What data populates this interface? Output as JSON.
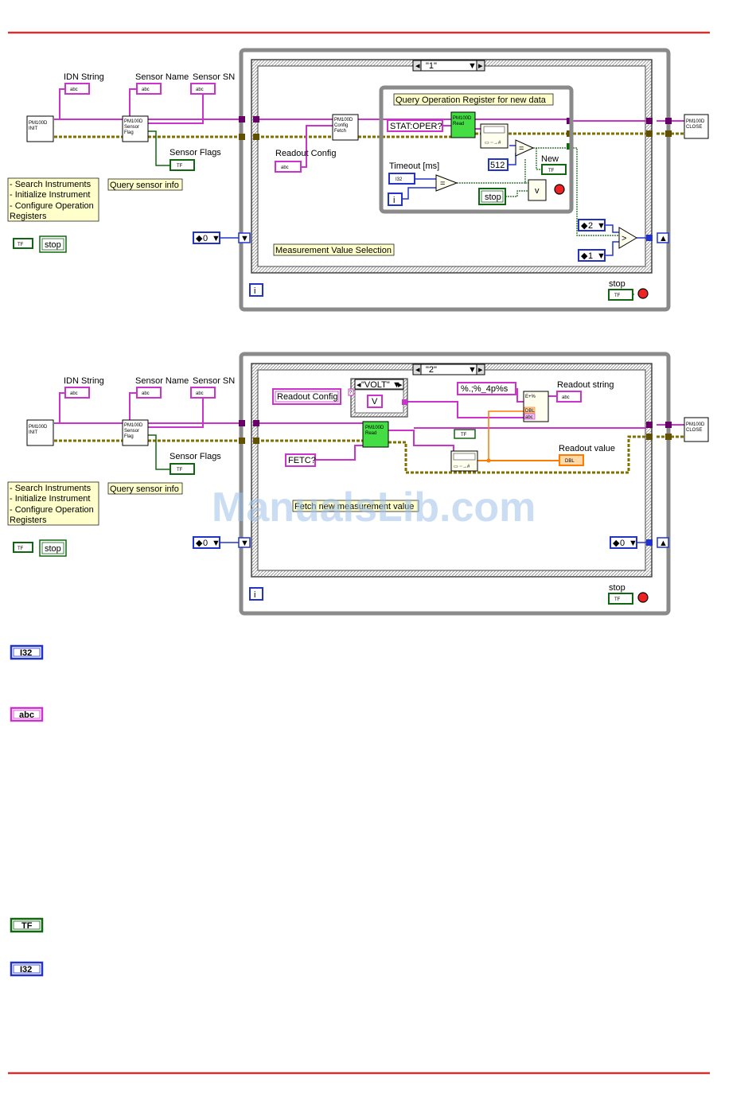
{
  "diagram1": {
    "case_selector": "\"1\"",
    "idn_string": "IDN String",
    "sensor_name": "Sensor Name",
    "sensor_sn": "Sensor SN",
    "sensor_flags": "Sensor Flags",
    "init_vi": "PM100D\nINIT",
    "sensor_flag_vi": "PM100D\nSensor\nFlag",
    "config_fetch_vi": "PM100D\nConfig\nFetch",
    "close_vi": "PM100D\nCLOSE",
    "read_vi": "PM100D\nRead",
    "comment_search": [
      "- Search Instruments",
      "- Initialize Instrument",
      "- Configure Operation",
      "  Registers"
    ],
    "comment_query_sensor": "Query sensor info",
    "comment_query_operation": "Query Operation Register for new data",
    "stat_oper": "STAT:OPER?",
    "readout_config": "Readout Config",
    "timeout": "Timeout [ms]",
    "const_512": "512",
    "new_label": "New",
    "stop_text": "stop",
    "stop_label": "stop",
    "shift_left": "0",
    "const_2": "2",
    "const_1": "1",
    "measurement_sel": "Measurement Value Selection"
  },
  "diagram2": {
    "case_selector": "\"2\"",
    "idn_string": "IDN String",
    "sensor_name": "Sensor Name",
    "sensor_sn": "Sensor SN",
    "sensor_flags": "Sensor Flags",
    "init_vi": "PM100D\nINIT",
    "sensor_flag_vi": "PM100D\nSensor\nFlag",
    "close_vi": "PM100D\nCLOSE",
    "read_vi": "PM100D\nRead",
    "comment_search": [
      "- Search Instruments",
      "- Initialize Instrument",
      "- Configure Operation",
      "  Registers"
    ],
    "comment_query_sensor": "Query sensor info",
    "readout_config": "Readout Config",
    "inner_case": "\"VOLT\"",
    "unit_v": "V",
    "format_string": "%.;%_4p%s",
    "readout_string": "Readout string",
    "readout_value": "Readout value",
    "fetc": "FETC?",
    "fetch_new": "Fetch new measurement value",
    "stop_text": "stop",
    "stop_label": "stop",
    "shift_left": "0",
    "shift_right": "0"
  },
  "legend": {
    "i32": "I32",
    "abc": "abc",
    "tf": "TF"
  },
  "terminals": {
    "abc": "abc",
    "tf": "TF",
    "i32": "I32",
    "dbl": "DBL",
    "i": "i"
  },
  "watermark": "ManualsLib.com",
  "colors": {
    "header_rule": "#cc3333",
    "string_wire": "#cc33cc",
    "numeric_wire": "#2233cc",
    "bool_wire": "#116611",
    "error_wire": "#807000",
    "dbl_wire": "#ff7a00",
    "loop_frame": "#888888",
    "vi_green": "#44dd44",
    "comment_fill": "#ffffcc"
  }
}
